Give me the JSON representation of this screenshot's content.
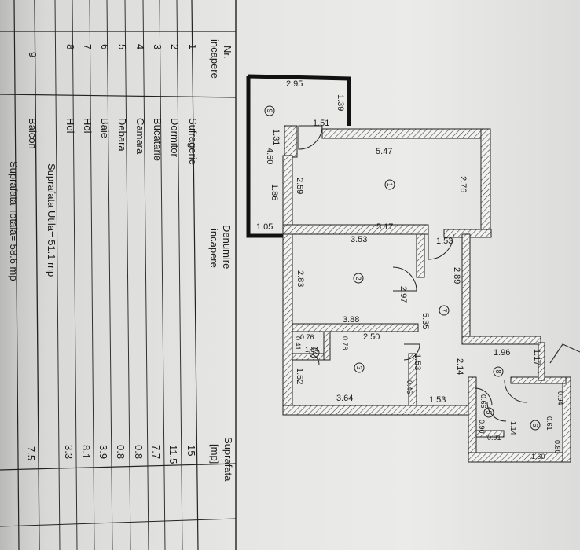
{
  "table": {
    "headers": {
      "nr": [
        "Nr.",
        "incapere"
      ],
      "name": [
        "Denumire",
        "incapere"
      ],
      "area": [
        "Suprafata",
        "[mp]"
      ]
    },
    "rows": [
      {
        "nr": "1",
        "name": "Sufragerie",
        "area": "15"
      },
      {
        "nr": "2",
        "name": "Dormitor",
        "area": "11.5"
      },
      {
        "nr": "3",
        "name": "Bucatarie",
        "area": "7.7"
      },
      {
        "nr": "4",
        "name": "Camara",
        "area": "0.8"
      },
      {
        "nr": "5",
        "name": "Debara",
        "area": "0.8"
      },
      {
        "nr": "6",
        "name": "Baie",
        "area": "3.9"
      },
      {
        "nr": "7",
        "name": "Hol",
        "area": "8.1"
      },
      {
        "nr": "8",
        "name": "Hol",
        "area": "3.3"
      }
    ],
    "util_total": "Suprafata Utila= 51.1 mp",
    "balcony": {
      "nr": "9",
      "name": "Balcon",
      "area": "7.5"
    },
    "grand_total": "Suprafata Totala= 58.6 mp"
  },
  "plan": {
    "room_numbers": [
      "1",
      "2",
      "3",
      "4",
      "5",
      "6",
      "7",
      "8",
      "9"
    ],
    "dimensions": {
      "balcony_top": "2.95",
      "balcony_side": "1.39",
      "balcony_door": "1.51",
      "balcony_inner": "1.31",
      "balcony_left": "4.60",
      "balcony_bottom": "1.05",
      "living_top": "5.47",
      "living_right": "2.76",
      "living_left": "2.59",
      "living_bottom": "5.17",
      "living_door": "1.86",
      "bed_top": "3.53",
      "bed_left": "2.83",
      "bed_right": "2.97",
      "bed_bottom": "3.88",
      "hall_a": "1.53",
      "hall_b": "2.89",
      "hall_c": "5.35",
      "hall_d": "2.50",
      "hall_e": "1.96",
      "hall_f": "1.17",
      "hall_g": "2.14",
      "pantry_a": "0.76",
      "pantry_b": "0.78",
      "pantry_c": "0.41",
      "pantry_d": "1.34",
      "kitchen_a": "1.53",
      "kitchen_b": "0.45",
      "kitchen_c": "1.52",
      "kitchen_d": "3.64",
      "kitchen_e": "1.53",
      "debara_a": "0.66",
      "debara_b": "0.90",
      "debara_c": "0.91",
      "debara_d": "1.14",
      "bath_a": "0.94",
      "bath_b": "0.61",
      "bath_c": "0.80",
      "bath_d": "1.60"
    }
  }
}
